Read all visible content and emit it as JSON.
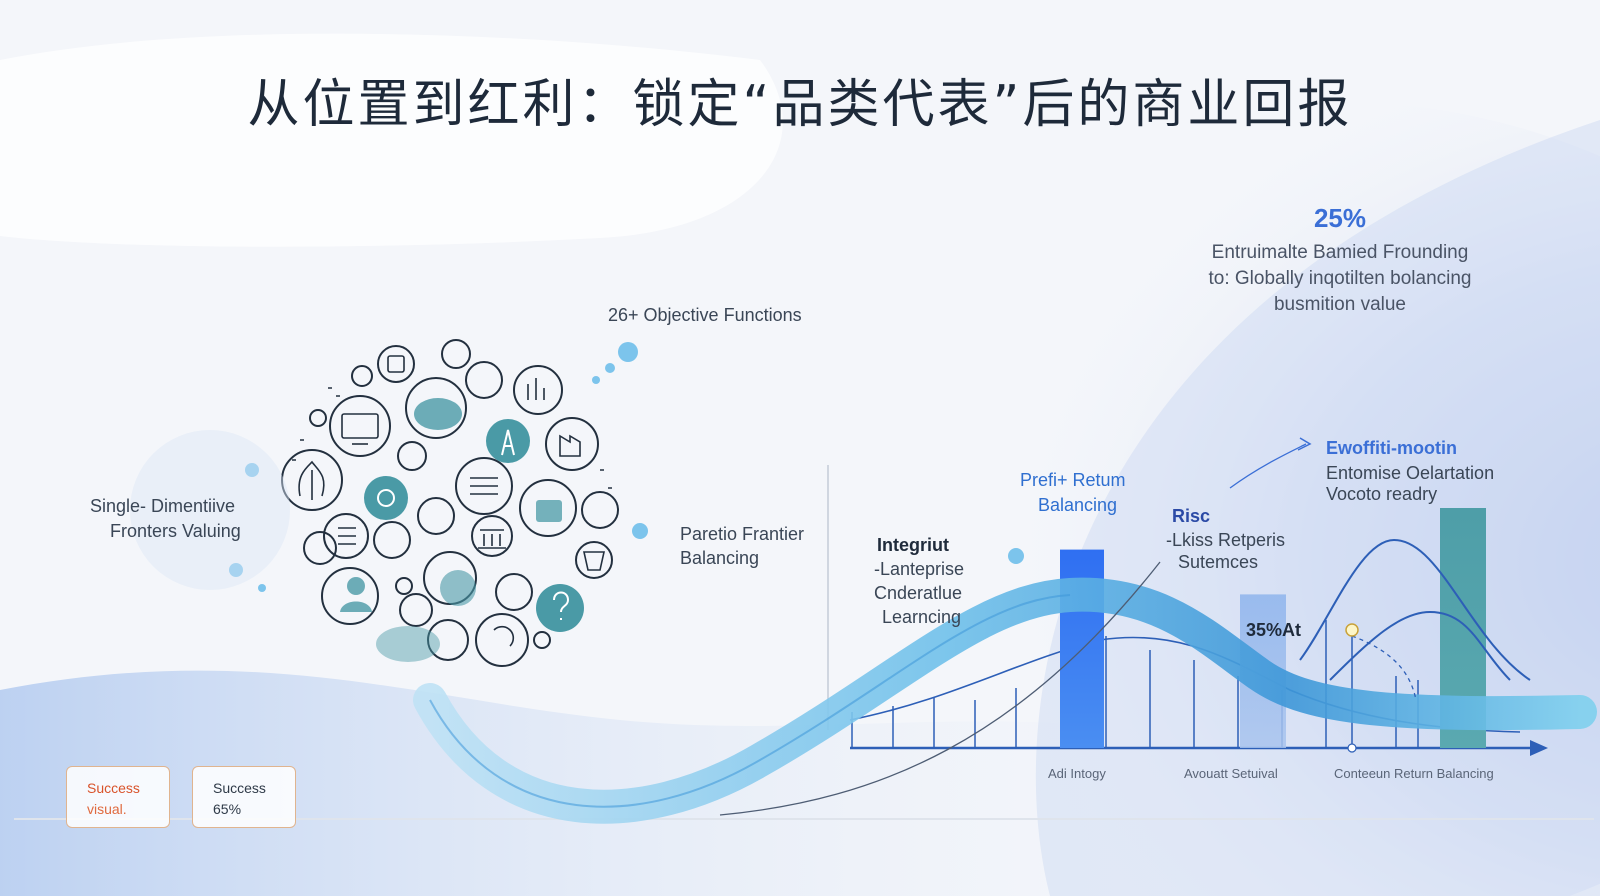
{
  "title": "从位置到红利：锁定“品类代表”后的商业回报",
  "stat": {
    "value": "25%",
    "line1": "Entruimalte Bamied Frounding",
    "line2": "to: Globally inqotilten bolancing",
    "line3": "busmition value"
  },
  "cluster": {
    "label_top": "26+ Objective Functions",
    "label_left_1": "Single- Dimentiive",
    "label_left_2": "Fronters Valuing",
    "label_right_1": "Paretio Frantier",
    "label_right_2": "Balancing"
  },
  "chart": {
    "label_integr_1": "Integriut",
    "label_integr_2": "-Lanteprise",
    "label_integr_3": "Cnderatlue",
    "label_integr_4": "Learncing",
    "label_profit_1": "Prefi+ Retum",
    "label_profit_2": "Balancing",
    "label_risk_1": "Risc",
    "label_risk_2": "-Lkiss Retperis",
    "label_risk_3": "Sutemces",
    "label_evolve_1": "Ewoffiti-mootin",
    "label_evolve_2": "Entomise Oelartation",
    "label_evolve_3": "Vocoto readry",
    "point_label": "35%At",
    "axis_labels": [
      "Adi Intogy",
      "Avouatt Setuival",
      "Conteeun Return Balancing"
    ]
  },
  "badges": [
    {
      "line1": "Success",
      "line2": "visual."
    },
    {
      "line1": "Success",
      "line2": "65%"
    }
  ],
  "chart_data": {
    "type": "bar",
    "categories": [
      "Adi Intogy",
      "Avouatt Setuival",
      "Conteeun Return Balancing"
    ],
    "values": [
      62,
      48,
      75
    ],
    "title": "",
    "xlabel": "",
    "ylabel": ""
  },
  "colors": {
    "accent": "#3b6fd6",
    "teal": "#4a9aa6",
    "wave_light": "#7cc4ec",
    "wave_dark": "#2f86d0",
    "badge_border": "#e0b48f"
  }
}
